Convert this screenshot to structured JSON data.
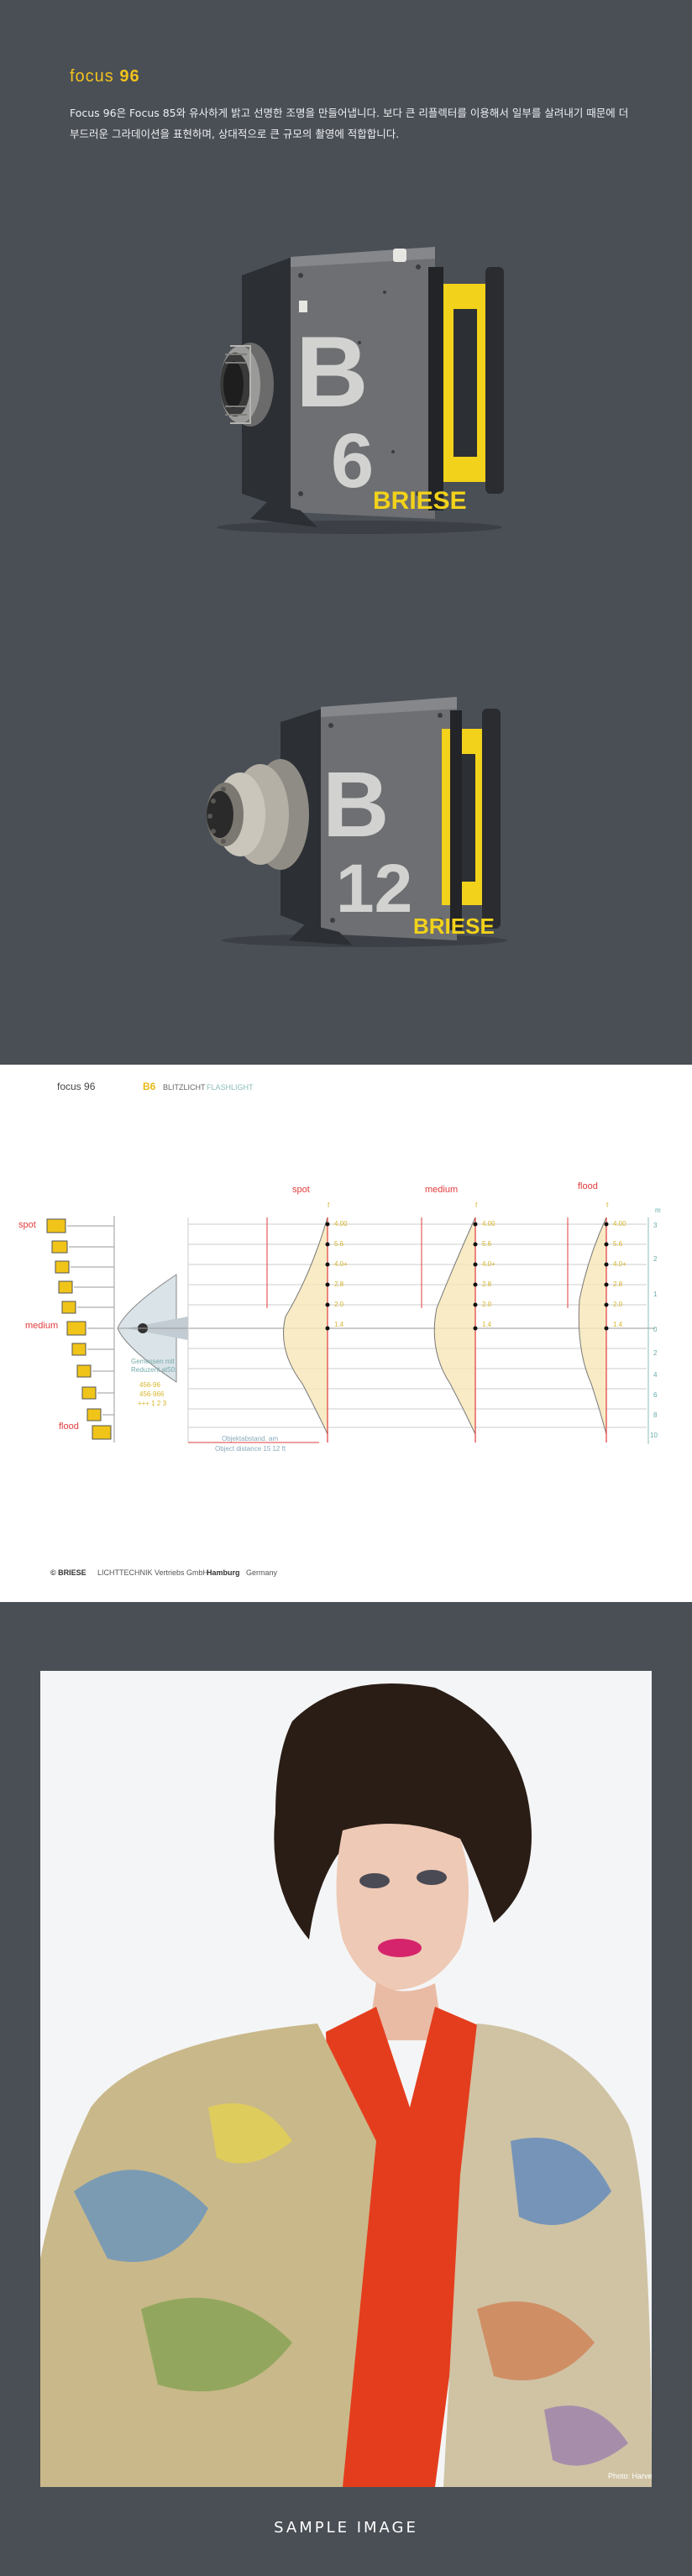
{
  "header": {
    "brand_light": "focus",
    "brand_bold": "96"
  },
  "intro": {
    "text": "Focus 96은 Focus 85와 유사하게 밝고 선명한 조명을 만들어냅니다. 보다 큰 리플렉터를 이용해서 일부를 살려내기 때문에 더 부드러운 그라데이션을 표현하며, 상대적으로 큰 규모의 촬영에 적합합니다."
  },
  "products": [
    {
      "letter": "B",
      "number": "6",
      "brand": "BRIESE"
    },
    {
      "letter": "B",
      "number": "12",
      "brand": "BRIESE"
    }
  ],
  "diagram": {
    "title": "focus 96",
    "model": "B6",
    "subtitle_1": "BLITZLICHT",
    "subtitle_2": "FLASHLIGHT",
    "positions": [
      "spot",
      "medium",
      "flood"
    ],
    "columns": [
      "spot",
      "medium",
      "flood"
    ],
    "lens_note": [
      "Gemessen mit",
      "Reduzent at50:",
      "456-96",
      "456-966",
      "+++ 1 2 3"
    ],
    "distance_label": [
      "Objektabstand. am",
      "Object distance 15 12 ft"
    ],
    "f_values": [
      "f",
      "f",
      "f"
    ],
    "column_values": [
      "4.00",
      "5.6",
      "4.0+",
      "2.8",
      "2.0",
      "1.4"
    ],
    "scale_ticks": [
      "3",
      "2",
      "1",
      "0",
      "2",
      "4",
      "6",
      "8",
      "10"
    ],
    "scale_unit": "m",
    "footer_brand": "© BRIESE",
    "footer_company": "LICHTTECHNIK Vertriebs GmbH",
    "footer_city": "Hamburg",
    "footer_country": "Germany"
  },
  "photo": {
    "credit": "Photo: Harvey"
  },
  "sample_label": "SAMPLE IMAGE"
}
